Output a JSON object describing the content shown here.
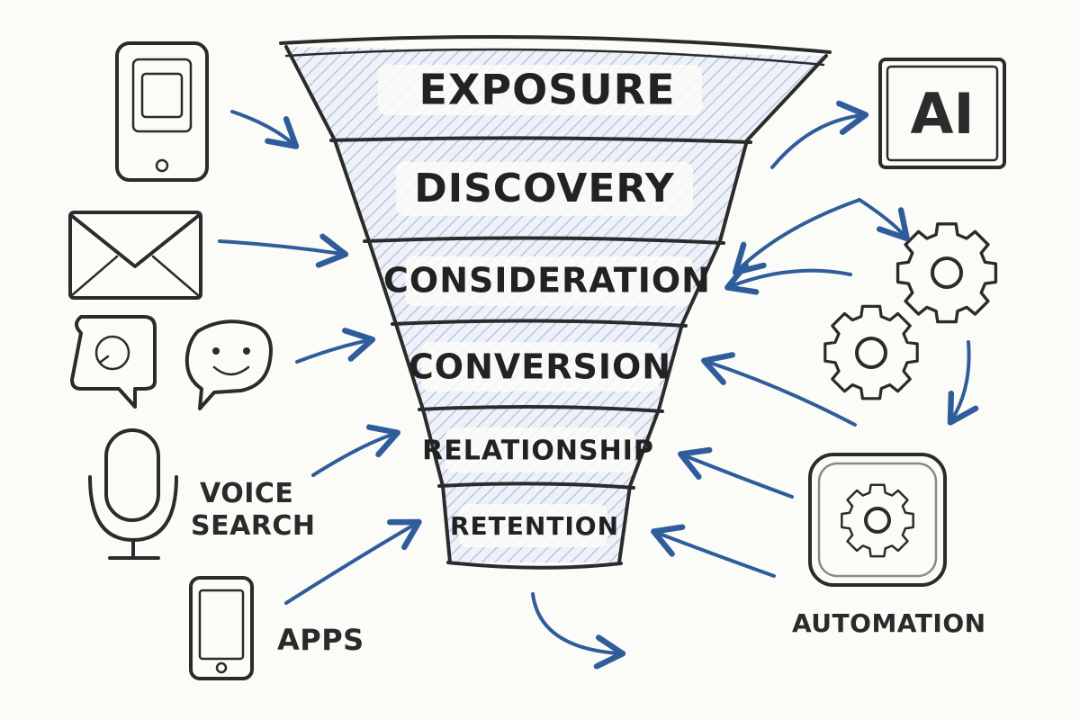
{
  "colors": {
    "ink": "#2b2b2b",
    "blue": "#2f5d9b",
    "fill_light": "#e6ecf6",
    "paper": "#fbfbf8"
  },
  "funnel": {
    "stages": [
      "EXPOSURE",
      "DISCOVERY",
      "CONSIDERATION",
      "CONVERSION",
      "RELATIONSHIP",
      "RETENTION"
    ]
  },
  "channels": {
    "voice_search_label_line1": "VOICE",
    "voice_search_label_line2": "SEARCH",
    "apps_label": "APPS"
  },
  "tools": {
    "ai_label": "AI",
    "automation_label": "AUTOMATION"
  },
  "icons": [
    "tablet-icon",
    "envelope-icon",
    "chat-bubble-icon",
    "smiley-chat-icon",
    "microphone-icon",
    "smartphone-icon",
    "ai-box-icon",
    "gear-icon",
    "automation-icon"
  ]
}
